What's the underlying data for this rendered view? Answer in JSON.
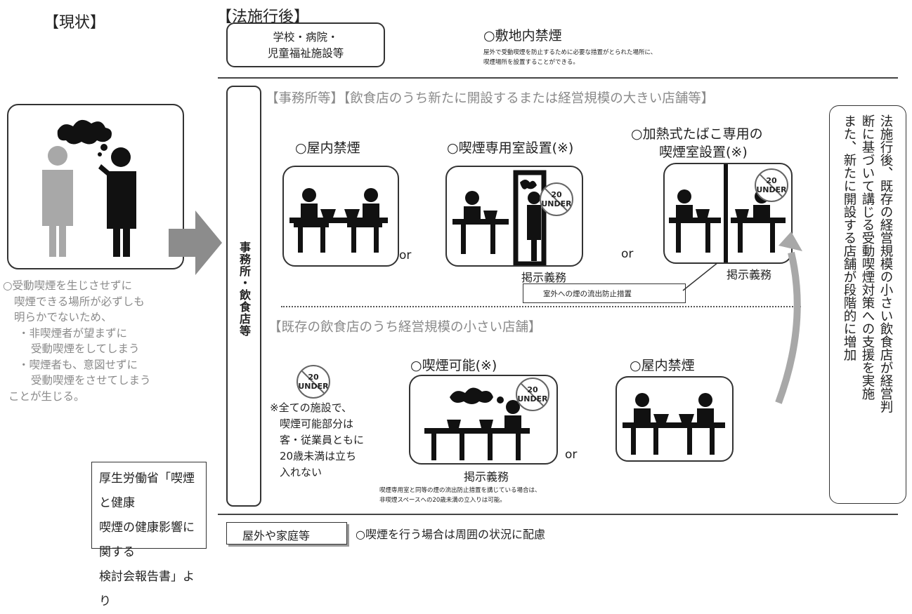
{
  "current": {
    "heading": "【現状】",
    "description_lines": [
      "○受動喫煙を生じさせずに",
      "喫煙できる場所が必ずしも",
      "明らかでないため、",
      "・非喫煙者が望まずに",
      "受動喫煙をしてしまう",
      "・喫煙者も、意図せずに",
      "受動喫煙をさせてしまう",
      "ことが生じる。"
    ]
  },
  "after_law": {
    "heading": "【法施行後】",
    "schools": {
      "label_line1": "学校・病院・",
      "label_line2": "児童福祉施設等",
      "rule_title": "○敷地内禁煙",
      "rule_note_line1": "屋外で受動喫煙を防止するために必要な措置がとられた場所に、",
      "rule_note_line2": "喫煙場所を設置することができる。"
    },
    "offices_label": "事務所・飲食店等",
    "large": {
      "heading": "【事務所等】【飲食店のうち新たに開設するまたは経営規模の大きい店舗等】",
      "opt1": "○屋内禁煙",
      "opt2": "○喫煙専用室設置(※)",
      "opt3_line1": "○加熱式たばこ専用の",
      "opt3_line2": "喫煙室設置(※)",
      "or1": "or",
      "or2": "or",
      "sign1": "掲示義務",
      "sign2": "掲示義務",
      "prevention": "室外への煙の流出防止措置"
    },
    "small": {
      "heading": "【既存の飲食店のうち経営規模の小さい店舗】",
      "opt1": "○喫煙可能(※)",
      "opt2": "○屋内禁煙",
      "or": "or",
      "sign": "掲示義務",
      "note_lines": [
        "※全ての施設で、",
        "喫煙可能部分は",
        "客・従業員ともに",
        "20歳未満は立ち",
        "入れない"
      ],
      "footnote_line1": "喫煙専用室と同等の煙の流出防止措置を講じている場合は、",
      "footnote_line2": "非喫煙スペースへの20歳未満の立入りは可能。"
    },
    "side_note": "法施行後、既存の経営規模の小さい飲食店が経営判断に基づいて講じる受動喫煙対策への支援を実施また、新たに開設する店舗が段階的に増加",
    "side_note_cols": [
      "法施行後、既存の経営規模の小さい飲食店が経営判",
      "断に基づいて講じる受動喫煙対策への支援を実施",
      "また、新たに開設する店舗が段階的に増加"
    ],
    "outdoor": {
      "label": "屋外や家庭等",
      "rule": "○喫煙を行う場合は周囲の状況に配慮"
    }
  },
  "badge": {
    "line1": "20",
    "line2": "UNDER"
  },
  "source": {
    "line1": "厚生労働省「喫煙と健康",
    "line2": "喫煙の健康影響に関する",
    "line3": "検討会報告書」より"
  }
}
